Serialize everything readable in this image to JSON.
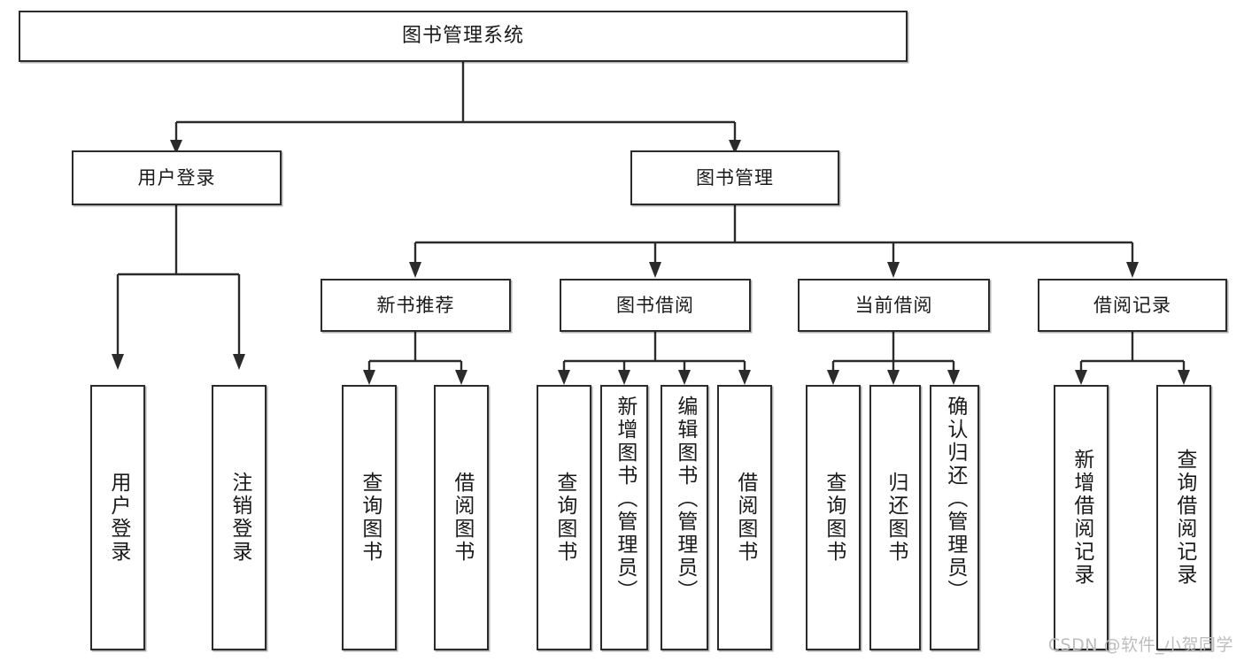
{
  "diagram": {
    "kind": "functional-structure-tree",
    "title": "图书管理系统",
    "watermark": "CSDN @软件_小贺同学",
    "colors": {
      "stroke": "#2b2b2b",
      "box_fill": "#ffffff",
      "text": "#1a1a1a",
      "watermark": "#bdbdbd",
      "page_background": "#ffffff"
    },
    "levels": {
      "root": {
        "label": "图书管理系统"
      },
      "level2": [
        {
          "id": "user-login",
          "label": "用户登录"
        },
        {
          "id": "book-management",
          "label": "图书管理"
        }
      ],
      "level3": [
        {
          "id": "new-book-recommend",
          "label": "新书推荐",
          "parent": "book-management"
        },
        {
          "id": "book-borrow",
          "label": "图书借阅",
          "parent": "book-management"
        },
        {
          "id": "current-borrow",
          "label": "当前借阅",
          "parent": "book-management"
        },
        {
          "id": "borrow-record",
          "label": "借阅记录",
          "parent": "book-management"
        }
      ],
      "leaves": [
        {
          "id": "leaf-user-login",
          "label": "用户登录",
          "parent": "user-login"
        },
        {
          "id": "leaf-user-logout",
          "label": "注销登录",
          "parent": "user-login"
        },
        {
          "id": "leaf-query-book-1",
          "label": "查询图书",
          "parent": "new-book-recommend"
        },
        {
          "id": "leaf-borrow-book-1",
          "label": "借阅图书",
          "parent": "new-book-recommend"
        },
        {
          "id": "leaf-query-book-2",
          "label": "查询图书",
          "parent": "book-borrow"
        },
        {
          "id": "leaf-add-book",
          "label": "新增图书（管理员）",
          "parent": "book-borrow"
        },
        {
          "id": "leaf-edit-book",
          "label": "编辑图书（管理员）",
          "parent": "book-borrow"
        },
        {
          "id": "leaf-borrow-book-2",
          "label": "借阅图书",
          "parent": "book-borrow"
        },
        {
          "id": "leaf-query-book-3",
          "label": "查询图书",
          "parent": "current-borrow"
        },
        {
          "id": "leaf-return-book",
          "label": "归还图书",
          "parent": "current-borrow"
        },
        {
          "id": "leaf-confirm-return",
          "label": "确认归还（管理员）",
          "parent": "current-borrow"
        },
        {
          "id": "leaf-add-record",
          "label": "新增借阅记录",
          "parent": "borrow-record"
        },
        {
          "id": "leaf-query-record",
          "label": "查询借阅记录",
          "parent": "borrow-record"
        }
      ]
    }
  }
}
